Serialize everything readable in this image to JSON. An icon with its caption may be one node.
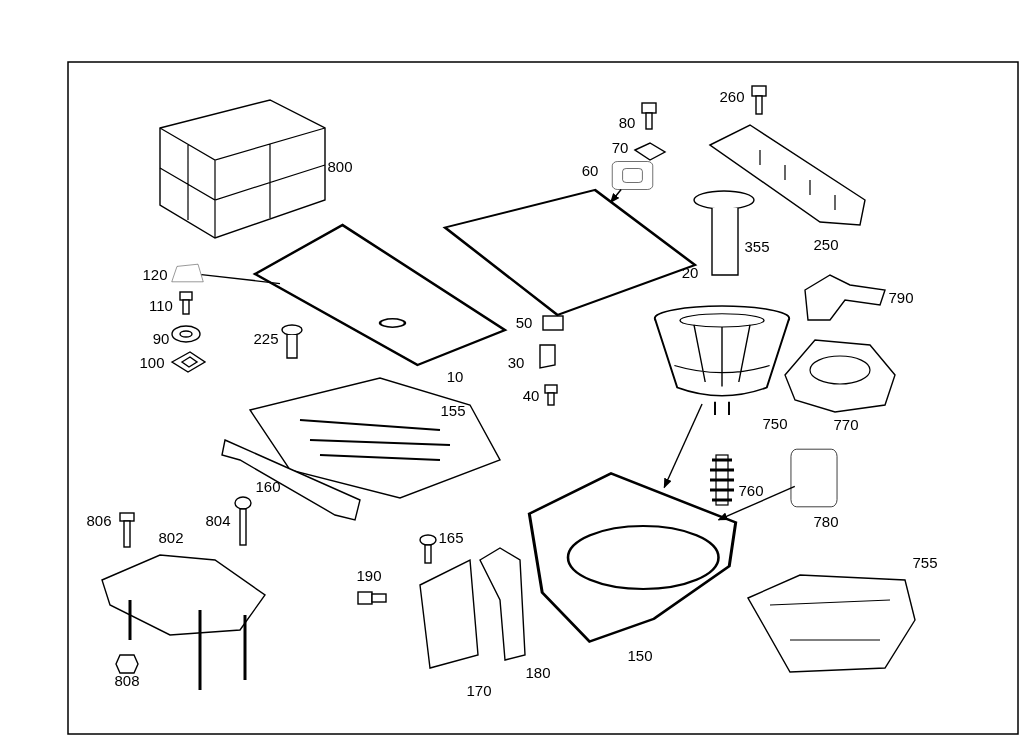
{
  "diagram": {
    "nodes": [
      {
        "text": [],
        "shape": "picture",
        "beside": [
          "150"
        ]
      },
      {
        "text": [],
        "shape": "picture",
        "beside": [
          "750"
        ]
      },
      {
        "text": [],
        "shape": "box",
        "beside": [
          "780"
        ]
      },
      {
        "text": [],
        "shape": "picture",
        "beside": [
          "60"
        ]
      },
      {
        "text": [],
        "shape": "picture",
        "beside": [
          "20"
        ]
      },
      {
        "text": [],
        "shape": "picture",
        "beside": [
          "120"
        ]
      },
      {
        "text": [],
        "shape": "picture",
        "beside": [
          "10"
        ]
      }
    ],
    "edges": [
      {
        "from": 1,
        "to": 0,
        "arrow": "to"
      },
      {
        "from": 2,
        "to": 0,
        "arrow": "to"
      },
      {
        "from": 3,
        "to": 4,
        "arrow": "to"
      },
      {
        "from": 5,
        "to": 6,
        "arrow": "none"
      }
    ],
    "labels": [
      "800",
      "80",
      "260",
      "70",
      "355",
      "250",
      "790",
      "110",
      "50",
      "90",
      "225",
      "100",
      "30",
      "40",
      "155",
      "770",
      "160",
      "760",
      "806",
      "804",
      "802",
      "165",
      "190",
      "755",
      "180",
      "808",
      "170"
    ]
  }
}
